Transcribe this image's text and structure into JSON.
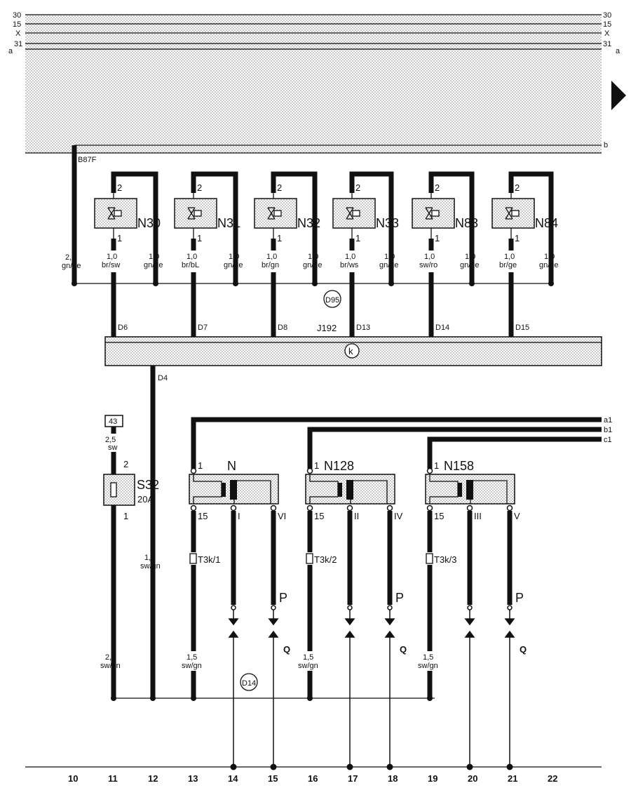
{
  "bus_labels": {
    "l30": "30",
    "l15": "15",
    "lx": "X",
    "l31": "31",
    "la": "a",
    "lb": "b"
  },
  "supply_wire": {
    "label": "B87F",
    "size": "2,5",
    "color": "gn/ge"
  },
  "valves": [
    {
      "name": "N30",
      "wire_color": "br/sw"
    },
    {
      "name": "N31",
      "wire_color": "br/bL"
    },
    {
      "name": "N32",
      "wire_color": "br/gn"
    },
    {
      "name": "N33",
      "wire_color": "br/ws"
    },
    {
      "name": "N83",
      "wire_color": "sw/ro"
    },
    {
      "name": "N84",
      "wire_color": "br/ge"
    }
  ],
  "valve_common": {
    "pin_top": "2",
    "pin_bottom": "1",
    "size": "1,0",
    "return_color": "gn/ge"
  },
  "ground_point_top": "D95",
  "control_unit": {
    "name": "J192",
    "marker": "k",
    "pins": [
      "D6",
      "D7",
      "D8",
      "D13",
      "D14",
      "D15"
    ],
    "output_pin": "D4"
  },
  "d4_wire": {
    "size": "1,5",
    "color": "sw/gn"
  },
  "fuse": {
    "terminal": "43",
    "in_size": "2,5",
    "in_color": "sw",
    "pin_in": "2",
    "name": "S32",
    "rating": "20A",
    "pin_out": "1",
    "out_size": "2,5",
    "out_color": "sw/gn"
  },
  "coils": [
    {
      "name": "N",
      "feed": "a1",
      "pins": [
        "15",
        "I",
        "VI"
      ],
      "connector": "T3k/1"
    },
    {
      "name": "N128",
      "feed": "b1",
      "pins": [
        "15",
        "II",
        "IV"
      ],
      "connector": "T3k/2"
    },
    {
      "name": "N158",
      "feed": "c1",
      "pins": [
        "15",
        "III",
        "V"
      ],
      "connector": "T3k/3"
    }
  ],
  "coil_common": {
    "pin_top": "1",
    "size": "1,5",
    "color": "sw/gn",
    "p_label": "P",
    "q_label": "Q"
  },
  "ground_point_bottom": "D14",
  "track_numbers": [
    "10",
    "11",
    "12",
    "13",
    "14",
    "15",
    "16",
    "17",
    "18",
    "19",
    "20",
    "21",
    "22"
  ]
}
